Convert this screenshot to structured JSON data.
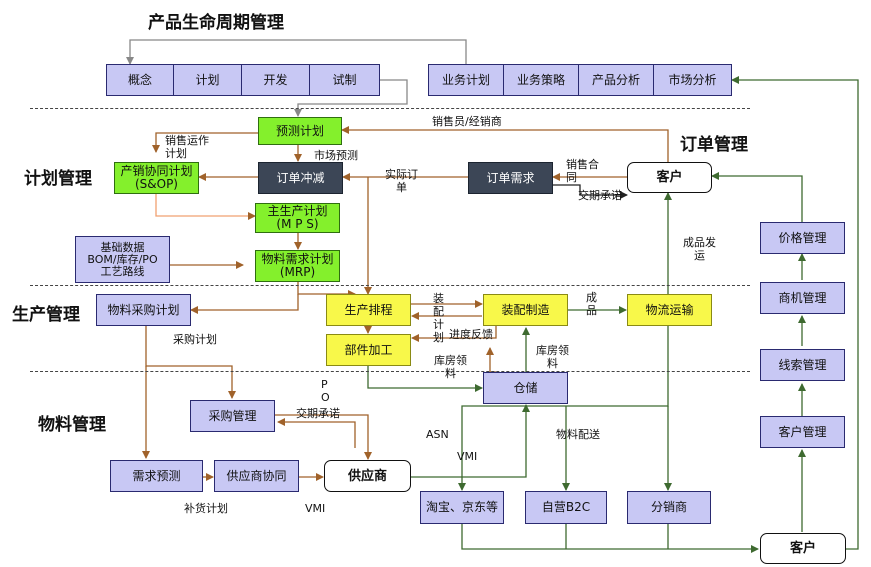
{
  "sections": {
    "plm": "产品生命周期管理",
    "order": "订单管理",
    "planning": "计划管理",
    "production": "生产管理",
    "material": "物料管理"
  },
  "boxes": {
    "concept": "概念",
    "plan": "计划",
    "develop": "开发",
    "trial": "试制",
    "biz_plan": "业务计划",
    "biz_strategy": "业务策略",
    "product_analysis": "产品分析",
    "market_analysis": "市场分析",
    "forecast_plan": "预测计划",
    "sop": "产销协同计划\n(S&OP)",
    "order_offset": "订单冲减",
    "order_demand": "订单需求",
    "customer_top": "客户",
    "mps": "主生产计划\n(M P S)",
    "base_data": "基础数据\nBOM/库存/PO\n工艺路线",
    "mrp": "物料需求计划\n(MRP)",
    "purchase_plan": "物料采购计划",
    "production_schedule": "生产排程",
    "assembly": "装配制造",
    "logistics": "物流运输",
    "parts_processing": "部件加工",
    "warehouse": "仓储",
    "purchase_mgmt": "采购管理",
    "demand_forecast": "需求预测",
    "supplier_collab": "供应商协同",
    "supplier": "供应商",
    "taobao_jd": "淘宝、京东等",
    "own_b2c": "自营B2C",
    "distributor": "分销商",
    "customer_bottom": "客户",
    "price_mgmt": "价格管理",
    "opportunity_mgmt": "商机管理",
    "lead_mgmt": "线索管理",
    "customer_mgmt": "客户管理"
  },
  "labels": {
    "sales_rep": "销售员/经销商",
    "sop_plan": "销售运作\n计划",
    "market_forecast": "市场预测",
    "actual_order": "实际订\n单",
    "sales_contract": "销售合\n同",
    "delivery_commit_top": "交期承诺",
    "product_ship": "成品发\n运",
    "assembly_plan": "装\n配\n计\n划",
    "progress_feedback": "进度反馈",
    "finished_goods": "成\n品",
    "purchase_plan_lbl": "采购计划",
    "warehouse_pick_1": "库房领\n料",
    "warehouse_pick_2": "库房领\n料",
    "po": "P\nO",
    "delivery_commit_bottom": "交期承诺",
    "asn": "ASN",
    "vmi_1": "VMI",
    "material_delivery": "物料配送",
    "replenish_plan": "补货计划",
    "vmi_2": "VMI"
  },
  "colors": {
    "lavender": "#c8c8f4",
    "green": "#84f02c",
    "yellow": "#f8f84a",
    "dark": "#3c4656",
    "brown_arrow": "#a0622a",
    "green_arrow": "#3e6a30",
    "grey_arrow": "#888888"
  }
}
